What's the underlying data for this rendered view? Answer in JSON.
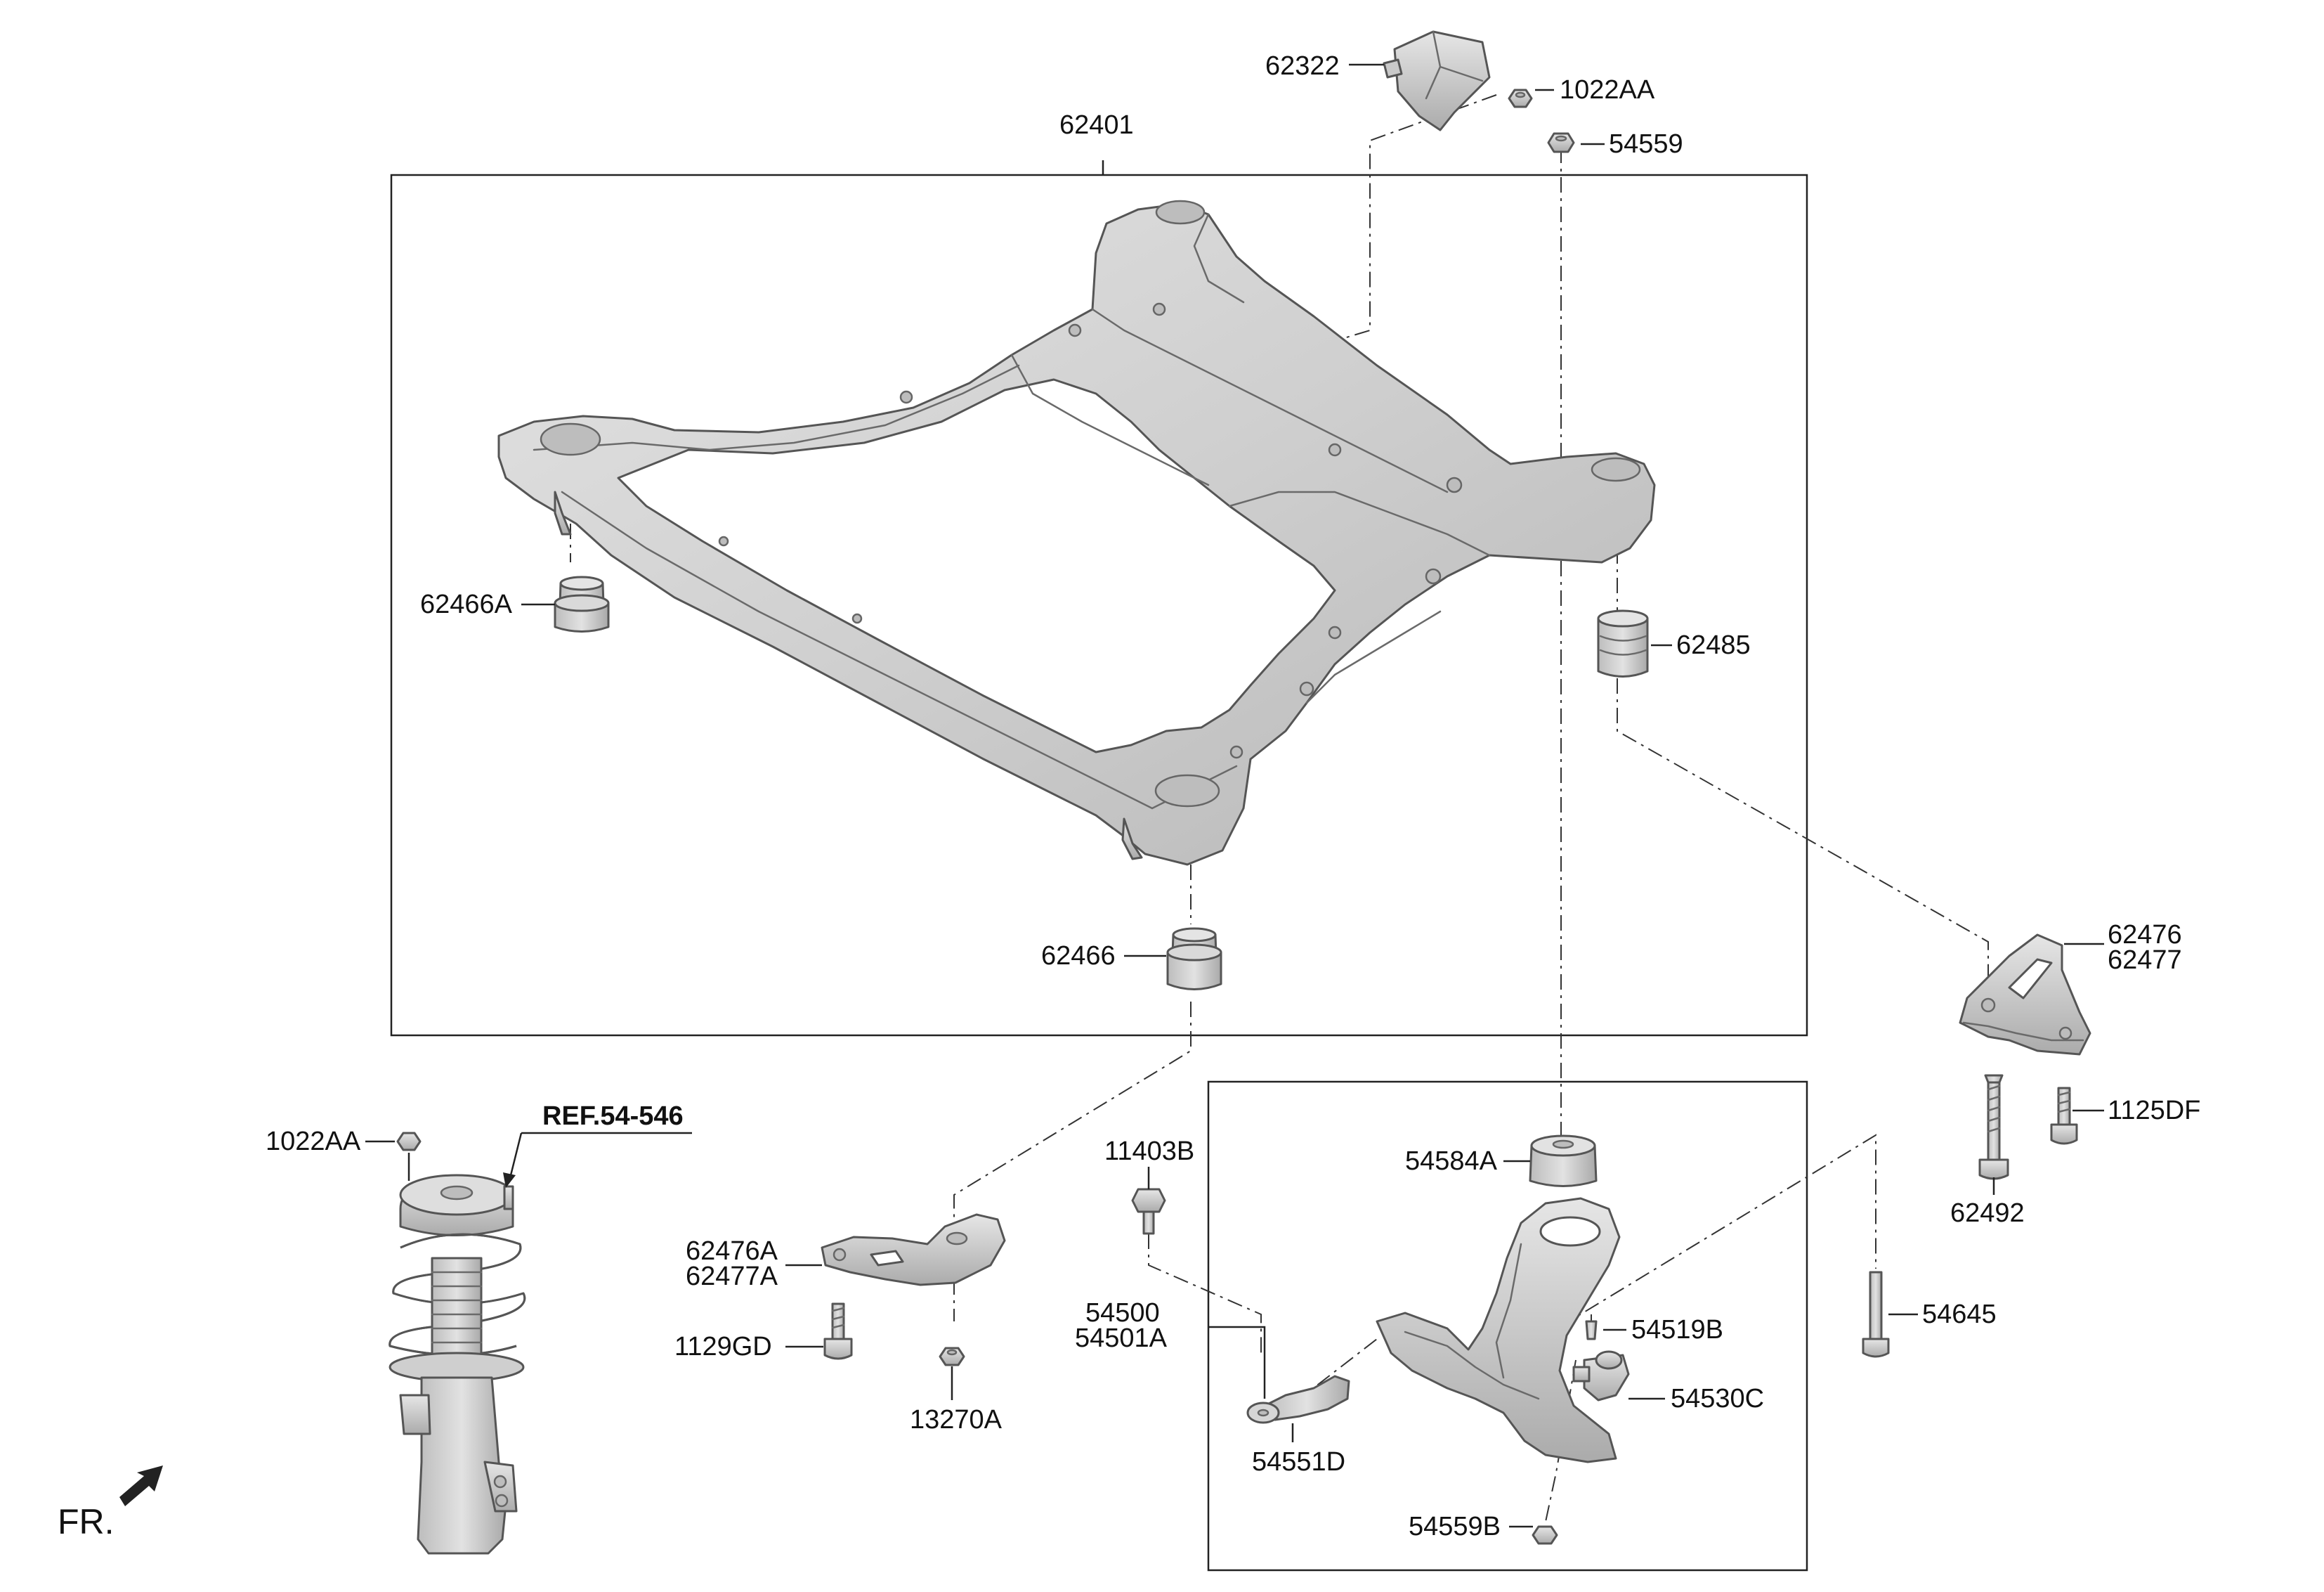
{
  "colors": {
    "part_light": "#dcdcdc",
    "part_mid": "#c4c4c4",
    "part_dark": "#a7a7a7",
    "outline": "#555555",
    "line": "#222222"
  },
  "labels": {
    "p62322": "62322",
    "p1022AA_top": "1022AA",
    "p62401": "62401",
    "p54559": "54559",
    "p62466A": "62466A",
    "p62485": "62485",
    "p62466": "62466",
    "p62476": "62476",
    "p62477": "62477",
    "p1125DF": "1125DF",
    "p62492": "62492",
    "p1022AA_left": "1022AA",
    "ref": "REF.54-546",
    "p11403B": "11403B",
    "p54584A": "54584A",
    "p62476A": "62476A",
    "p62477A": "62477A",
    "p1129GD": "1129GD",
    "p13270A": "13270A",
    "p54500": "54500",
    "p54501A": "54501A",
    "p54519B": "54519B",
    "p54530C": "54530C",
    "p54645": "54645",
    "p54551D": "54551D",
    "p54559B": "54559B",
    "fr": "FR."
  }
}
